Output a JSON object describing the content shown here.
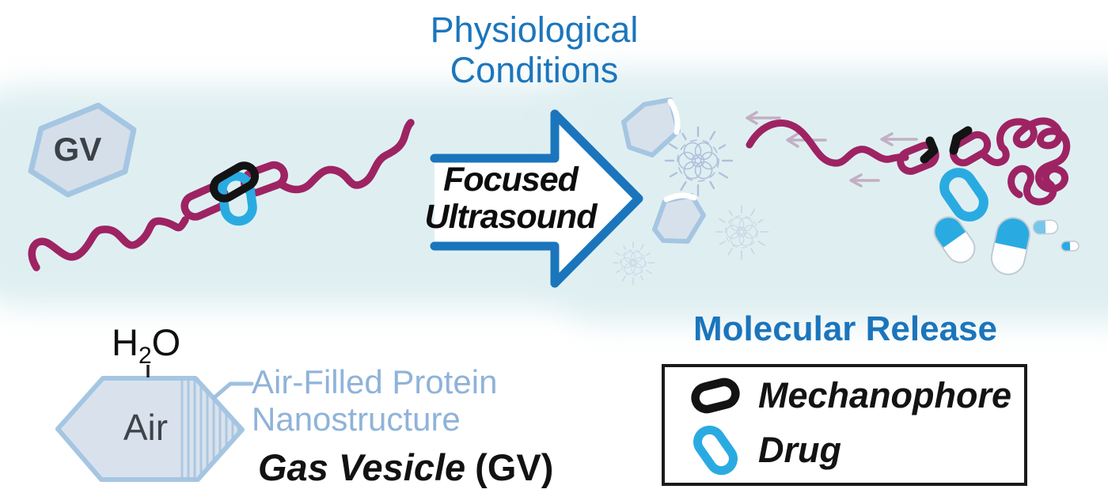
{
  "figure": {
    "condition_label": {
      "line1": "Physiological",
      "line2": "Conditions"
    },
    "arrow_label": {
      "line1": "Focused",
      "line2": "Ultrasound"
    },
    "gv_tag": "GV",
    "release_title": "Molecular Release",
    "legend": {
      "items": [
        {
          "icon": "mechanophore-ring-icon",
          "label": "Mechanophore"
        },
        {
          "icon": "drug-ring-icon",
          "label": "Drug"
        }
      ]
    },
    "gv_diagram": {
      "water": {
        "h": "H",
        "sub": "2",
        "o": "O"
      },
      "air_label": "Air",
      "callout": {
        "line1": "Air-Filled Protein",
        "line2": "Nanostructure"
      },
      "caption": {
        "italic": "Gas Vesicle",
        "plain": "(GV)"
      }
    },
    "colors": {
      "accent_blue": "#1b75bc",
      "light_blue_text": "#8fb3d9",
      "vesicle_fill": "#d7e1eb",
      "vesicle_border": "#a5c6e2",
      "polymer_magenta": "#9e2363",
      "mechanophore_black": "#131313",
      "drug_blue": "#29abe2",
      "burst_violet": "#8d98cb",
      "background_tint": "#dfeff1"
    }
  }
}
